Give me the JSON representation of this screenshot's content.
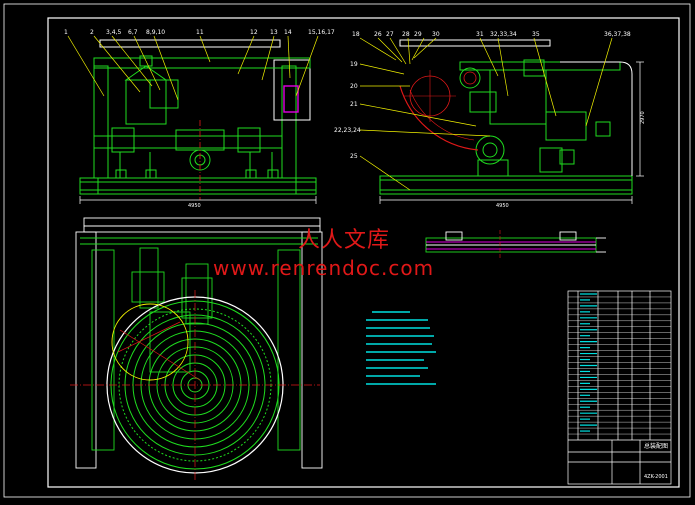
{
  "colors": {
    "background": "#000000",
    "frame": "#ffffff",
    "machine": "#1fdc1f",
    "leader": "#f2f200",
    "cyan": "#00e0e0",
    "magenta": "#e000e0",
    "red": "#e01818",
    "blue": "#3030ff"
  },
  "watermark": {
    "cn": "人人文库",
    "url": "www.renrendoc.com"
  },
  "front_view": {
    "callouts": [
      "1",
      "2",
      "3,4,5",
      "6,7",
      "8,9,10",
      "11",
      "12",
      "13",
      "14",
      "15,16,17"
    ],
    "dimension": "4950"
  },
  "side_view": {
    "callouts": [
      "18",
      "19",
      "20",
      "21",
      "22,23,24",
      "25",
      "26",
      "27",
      "28",
      "29",
      "30",
      "31",
      "32,33,34",
      "35",
      "36,37,38"
    ],
    "dimension_width": "4950",
    "dimension_height": "2970"
  },
  "title_block": {
    "drawing_name": "总装配图",
    "code": "4ZK-2001"
  }
}
